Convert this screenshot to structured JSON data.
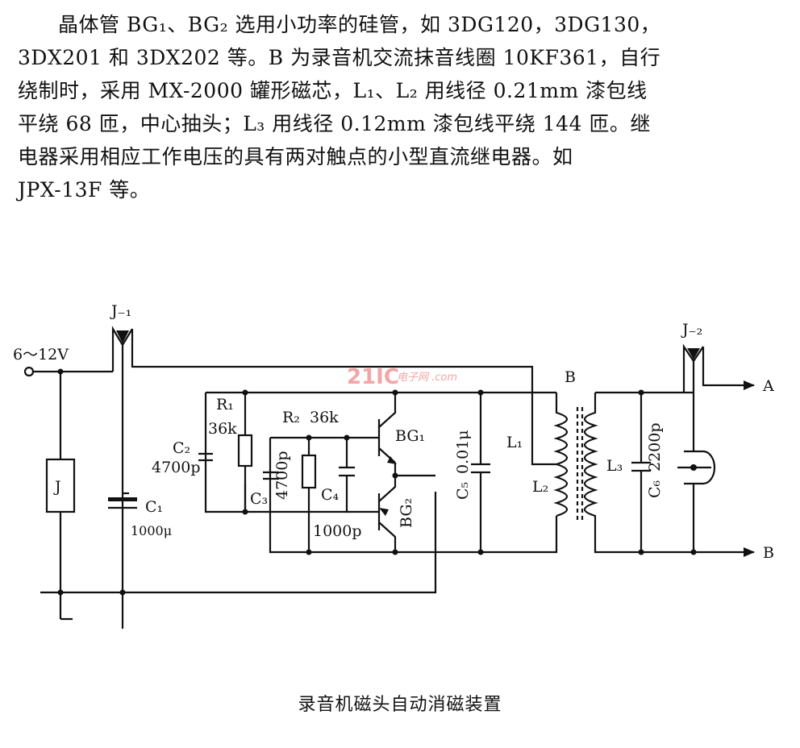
{
  "text": {
    "lines": [
      "晶体管 BG₁、BG₂ 选用小功率的硅管，如 3DG120，3DG130，",
      "3DX201 和 3DX202 等。B 为录音机交流抹音线圈 10KF361，自行",
      "绕制时，采用 MX-2000 罐形磁芯，L₁、L₂ 用线径 0.21mm 漆包线",
      "平绕 68 匝，中心抽头；L₃ 用线径 0.12mm 漆包线平绕 144 匝。继",
      "电器采用相应工作电压的具有两对触点的小型直流继电器。如",
      "JPX-13F 等。"
    ]
  },
  "diagram": {
    "labels": {
      "supply": "6～12V",
      "relay_contact_1": "J₋₁",
      "relay_contact_2": "J₋₂",
      "relay": "J",
      "c1": "C₁",
      "c1_value": "1000μ",
      "c2": "C₂",
      "c2_value": "4700p",
      "r1": "R₁",
      "r1_value": "36k",
      "r2": "R₂",
      "r2_value": "36k",
      "c3": "C₃",
      "c3_value": "4700p",
      "c4": "C₄",
      "c4_value": "1000p",
      "bg1": "BG₁",
      "bg2": "BG₂",
      "c5": "C₅",
      "c5_value": "0.01μ",
      "transformer": "B",
      "l1": "L₁",
      "l2": "L₂",
      "l3": "L₃",
      "c6": "C₆",
      "c6_value": "2200p",
      "out_a": "A",
      "out_b": "B"
    }
  },
  "watermark": {
    "main": "21IC",
    "sub": "电子网 .com"
  },
  "caption": "录音机磁头自动消磁装置"
}
